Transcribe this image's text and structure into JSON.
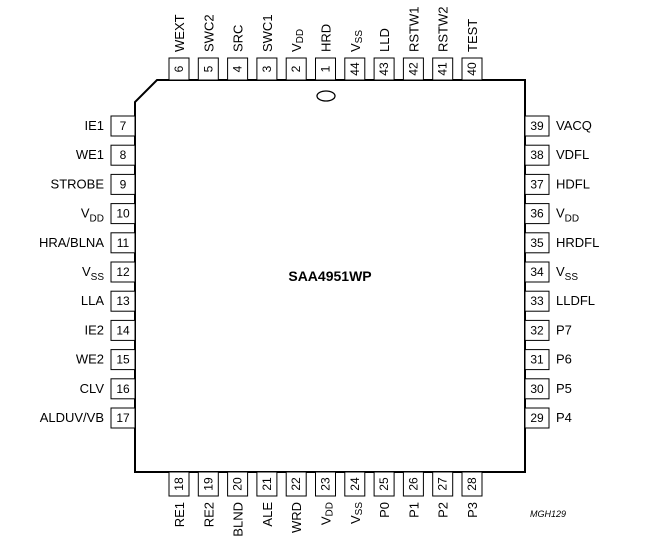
{
  "chip": {
    "name": "SAA4951WP",
    "figure_id": "MGH129"
  },
  "pins": {
    "top": [
      {
        "num": "6",
        "name": "WEXT"
      },
      {
        "num": "5",
        "name": "SWC2"
      },
      {
        "num": "4",
        "name": "SRC"
      },
      {
        "num": "3",
        "name": "SWC1"
      },
      {
        "num": "2",
        "name": "V",
        "sub": "DD"
      },
      {
        "num": "1",
        "name": "HRD"
      },
      {
        "num": "44",
        "name": "V",
        "sub": "SS"
      },
      {
        "num": "43",
        "name": "LLD"
      },
      {
        "num": "42",
        "name": "RSTW1"
      },
      {
        "num": "41",
        "name": "RSTW2"
      },
      {
        "num": "40",
        "name": "TEST"
      }
    ],
    "left": [
      {
        "num": "7",
        "name": "IE1"
      },
      {
        "num": "8",
        "name": "WE1"
      },
      {
        "num": "9",
        "name": "STROBE"
      },
      {
        "num": "10",
        "name": "V",
        "sub": "DD"
      },
      {
        "num": "11",
        "name": "HRA/BLNA"
      },
      {
        "num": "12",
        "name": "V",
        "sub": "SS"
      },
      {
        "num": "13",
        "name": "LLA"
      },
      {
        "num": "14",
        "name": "IE2"
      },
      {
        "num": "15",
        "name": "WE2"
      },
      {
        "num": "16",
        "name": "CLV"
      },
      {
        "num": "17",
        "name": "ALDUV/VB"
      }
    ],
    "right": [
      {
        "num": "39",
        "name": "VACQ"
      },
      {
        "num": "38",
        "name": "VDFL"
      },
      {
        "num": "37",
        "name": "HDFL"
      },
      {
        "num": "36",
        "name": "V",
        "sub": "DD"
      },
      {
        "num": "35",
        "name": "HRDFL"
      },
      {
        "num": "34",
        "name": "V",
        "sub": "SS"
      },
      {
        "num": "33",
        "name": "LLDFL"
      },
      {
        "num": "32",
        "name": "P7"
      },
      {
        "num": "31",
        "name": "P6"
      },
      {
        "num": "30",
        "name": "P5"
      },
      {
        "num": "29",
        "name": "P4"
      }
    ],
    "bottom": [
      {
        "num": "18",
        "name": "RE1"
      },
      {
        "num": "19",
        "name": "RE2"
      },
      {
        "num": "20",
        "name": "BLND"
      },
      {
        "num": "21",
        "name": "ALE"
      },
      {
        "num": "22",
        "name": "WRD"
      },
      {
        "num": "23",
        "name": "V",
        "sub": "DD"
      },
      {
        "num": "24",
        "name": "V",
        "sub": "SS"
      },
      {
        "num": "25",
        "name": "P0"
      },
      {
        "num": "26",
        "name": "P1"
      },
      {
        "num": "27",
        "name": "P2"
      },
      {
        "num": "28",
        "name": "P3"
      }
    ]
  }
}
